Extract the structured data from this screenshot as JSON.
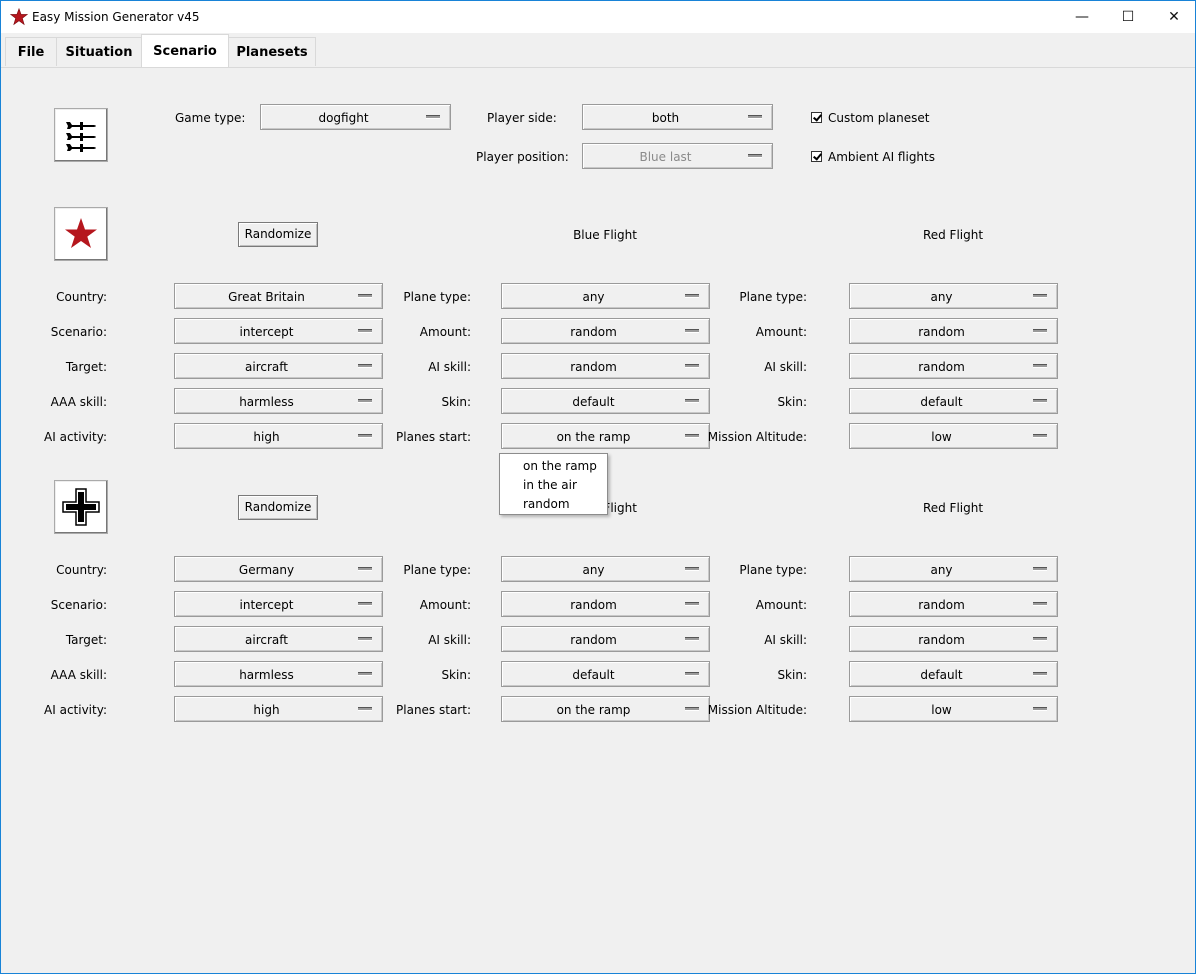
{
  "window": {
    "title": "Easy Mission Generator v45",
    "min_symbol": "—",
    "max_symbol": "☐",
    "close_symbol": "✕"
  },
  "tabs": [
    {
      "label": "File"
    },
    {
      "label": "Situation"
    },
    {
      "label": "Scenario"
    },
    {
      "label": "Planesets"
    }
  ],
  "active_tab": "Scenario",
  "top": {
    "game_type_label": "Game type:",
    "game_type": "dogfight",
    "player_side_label": "Player side:",
    "player_side": "both",
    "player_position_label": "Player position:",
    "player_position": "Blue last",
    "custom_planeset_label": "Custom planeset",
    "custom_planeset_checked": true,
    "ambient_ai_label": "Ambient AI flights",
    "ambient_ai_checked": true
  },
  "sections": [
    {
      "emblem": "red-star-icon",
      "randomize": "Randomize",
      "blue_header": "Blue Flight",
      "red_header": "Red Flight",
      "left": [
        {
          "label": "Country:",
          "value": "Great Britain"
        },
        {
          "label": "Scenario:",
          "value": "intercept"
        },
        {
          "label": "Target:",
          "value": "aircraft"
        },
        {
          "label": "AAA skill:",
          "value": "harmless"
        },
        {
          "label": "AI activity:",
          "value": "high"
        }
      ],
      "blue": [
        {
          "label": "Plane type:",
          "value": "any"
        },
        {
          "label": "Amount:",
          "value": "random"
        },
        {
          "label": "AI skill:",
          "value": "random"
        },
        {
          "label": "Skin:",
          "value": "default"
        },
        {
          "label": "Planes start:",
          "value": "on the ramp"
        }
      ],
      "red": [
        {
          "label": "Plane type:",
          "value": "any"
        },
        {
          "label": "Amount:",
          "value": "random"
        },
        {
          "label": "AI skill:",
          "value": "random"
        },
        {
          "label": "Skin:",
          "value": "default"
        },
        {
          "label": "Mission Altitude:",
          "value": "low"
        }
      ]
    },
    {
      "emblem": "iron-cross-icon",
      "randomize": "Randomize",
      "blue_header": "Blue Flight",
      "red_header": "Red Flight",
      "left": [
        {
          "label": "Country:",
          "value": "Germany"
        },
        {
          "label": "Scenario:",
          "value": "intercept"
        },
        {
          "label": "Target:",
          "value": "aircraft"
        },
        {
          "label": "AAA skill:",
          "value": "harmless"
        },
        {
          "label": "AI activity:",
          "value": "high"
        }
      ],
      "blue": [
        {
          "label": "Plane type:",
          "value": "any"
        },
        {
          "label": "Amount:",
          "value": "random"
        },
        {
          "label": "AI skill:",
          "value": "random"
        },
        {
          "label": "Skin:",
          "value": "default"
        },
        {
          "label": "Planes start:",
          "value": "on the ramp"
        }
      ],
      "red": [
        {
          "label": "Plane type:",
          "value": "any"
        },
        {
          "label": "Amount:",
          "value": "random"
        },
        {
          "label": "AI skill:",
          "value": "random"
        },
        {
          "label": "Skin:",
          "value": "default"
        },
        {
          "label": "Mission Altitude:",
          "value": "low"
        }
      ]
    }
  ],
  "dropdown_popup": {
    "options": [
      "on the ramp",
      "in the air",
      "random"
    ]
  },
  "colors": {
    "accent_border": "#1883d7",
    "star_red": "#b5161d"
  }
}
